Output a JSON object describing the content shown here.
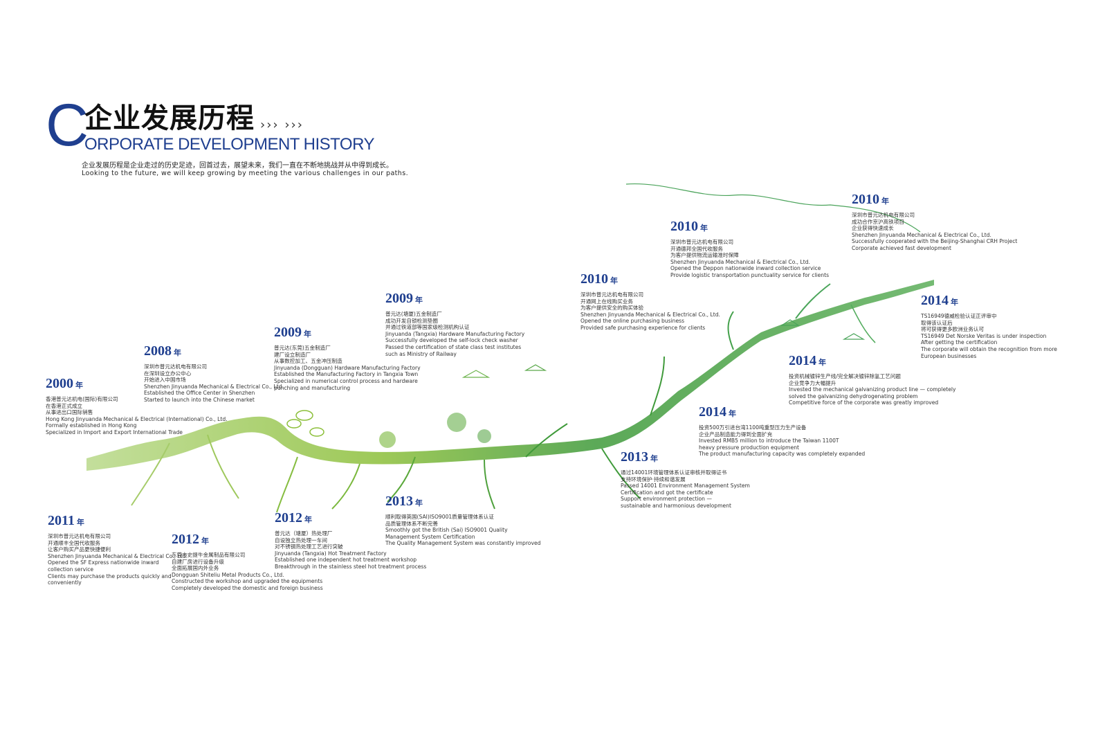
{
  "header": {
    "big_letter": "C",
    "title_cn": "企业发展历程",
    "arrows": "›››  ›››",
    "title_en": "ORPORATE DEVELOPMENT HISTORY",
    "intro_cn": "企业发展历程是企业走过的历史足迹，回首过去，展望未来，我们一直在不断地挑战并从中得到成长。",
    "intro_en": "Looking to the future, we will keep growing by meeting the various challenges in our paths."
  },
  "colors": {
    "title_blue": "#1f3f8f",
    "river_dark": "#3f9a3a",
    "river_light": "#9cc93a"
  },
  "year_suffix": "年",
  "events": [
    {
      "year": "2000",
      "lines": [
        "香港普元达机电(国际)有限公司",
        "在香港正式成立",
        "从事进出口国际销售",
        "Hong Kong Jinyuanda Mechanical & Electrical (International) Co., Ltd.",
        "Formally established in Hong Kong",
        "Specialized in Import and Export International Trade"
      ]
    },
    {
      "year": "2008",
      "lines": [
        "深圳市普元达机电有限公司",
        "在深圳设立办公中心",
        "开始进入中国市场",
        "Shenzhen Jinyuanda Mechanical & Electrical Co., Ltd.",
        "Established the Office Center in Shenzhen",
        "Started to launch into the Chinese market"
      ]
    },
    {
      "year": "2009",
      "lines": [
        "普元达(东莞)五金制造厂",
        "建厂设立制造厂",
        "从事数控加工、五金冲压制造",
        "Jinyuanda (Dongguan) Hardware Manufacturing Factory",
        "Established the Manufacturing Factory in Tangxia Town",
        "Specialized in numerical control process and hardware",
        "punching and manufacturing"
      ]
    },
    {
      "year": "2009",
      "lines": [
        "普元达(塘厦)五金制造厂",
        "成功开发自锁检测垫圈",
        "并通过铁道部等国家级检测机构认证",
        "Jinyuanda (Tangxia) Hardware Manufacturing Factory",
        "Successfully developed the self-lock check washer",
        "Passed the certification of state class test institutes",
        "such as Ministry of Railway"
      ]
    },
    {
      "year": "2010",
      "lines": [
        "深圳市普元达机电有限公司",
        "开通网上在线购买业务",
        "为客户提供安全的购买体验",
        "Shenzhen Jinyuanda Mechanical & Electrical Co., Ltd.",
        "Opened the online purchasing business",
        "Provided safe purchasing experience for clients"
      ]
    },
    {
      "year": "2010",
      "lines": [
        "深圳市普元达机电有限公司",
        "开通德邦全国代收服务",
        "为客户提供物流运输准时保障",
        "Shenzhen Jinyuanda Mechanical & Electrical Co., Ltd.",
        "Opened the Deppon nationwide inward collection service",
        "Provide logistic transportation punctuality service for clients"
      ]
    },
    {
      "year": "2010",
      "lines": [
        "深圳市普元达机电有限公司",
        "成功合作京沪高铁项目",
        "企业获得快速成长",
        "Shenzhen Jinyuanda Mechanical & Electrical Co., Ltd.",
        "Successfully cooperated with the Beijing-Shanghai CRH Project",
        "Corporate achieved fast development"
      ]
    },
    {
      "year": "2014",
      "lines": [
        "TS16949德威检验认证正评审中",
        "取得该认证后",
        "将可获得更多欧洲业务认可",
        "TS16949 Det Norske Veritas is under inspection",
        "After getting the certification",
        "The corporate will obtain the recognition from more",
        "European businesses"
      ]
    },
    {
      "year": "2014",
      "lines": [
        "投资机械镀锌生产线/完全解决镀锌除氢工艺问题",
        "企业竞争力大幅提升",
        "Invested the mechanical galvanizing product line — completely",
        "solved the galvanizing dehydrogenating problem",
        "Competitive force of the corporate was greatly improved"
      ]
    },
    {
      "year": "2014",
      "lines": [
        "投资500万引进台湾1100吨重型压力生产设备",
        "企业产品制造能力得到全面扩充",
        "Invested RMB5 million to introduce the Taiwan 1100T",
        "heavy pressure production equipment",
        "The product manufacturing capacity was completely expanded"
      ]
    },
    {
      "year": "2013",
      "lines": [
        "通过14001环境管理体系认证审核并取得证书",
        "支持环境保护·持续和谐发展",
        "Passed 14001 Environment Management System",
        "Certification and got the certificate",
        "Support environment protection —",
        "sustainable and harmonious development"
      ]
    },
    {
      "year": "2013",
      "lines": [
        "顺利取得英国(SAI)ISO9001质量管理体系认证",
        "品质管理体系不断完善",
        "Smoothly got the British (Sai) ISO9001 Quality",
        "Management System Certification",
        "The Quality Management System was constantly improved"
      ]
    },
    {
      "year": "2012",
      "lines": [
        "普元达（塘厦）热处理厂",
        "自设独立热处理一车间",
        "对不锈钢热处理工艺进行突破",
        "Jinyuanda (Tangxia) Hot Treatment Factory",
        "Established one independent hot treatment workshop",
        "Breakthrough in the stainless steel hot treatment process"
      ]
    },
    {
      "year": "2012",
      "lines": [
        "东莞市史提牛金属制品有限公司",
        "自建厂房进行设备升级",
        "全面拓展国内外业务",
        "Dongguan Shiteliu Metal Products Co., Ltd.",
        "Constructed the workshop and upgraded the equipments",
        "Completely developed the domestic and foreign business"
      ]
    },
    {
      "year": "2011",
      "lines": [
        "深圳市普元达机电有限公司",
        "开通顺丰全国代收服务",
        "让客户购买产品更快捷便利",
        "Shenzhen Jinyuanda Mechanical & Electrical Co., Ltd.",
        "Opened the SF Express nationwide inward",
        "collection service",
        "Clients may purchase the products quickly and",
        "conveniently"
      ]
    }
  ]
}
